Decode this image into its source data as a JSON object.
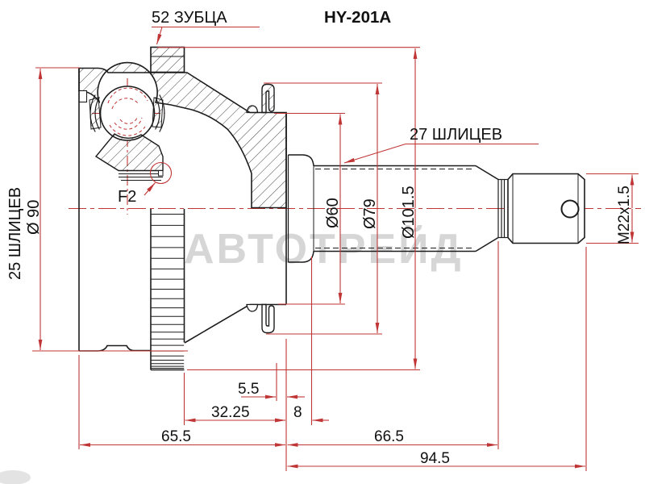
{
  "title": "HY-201A",
  "labels": {
    "teeth": "52 ЗУБЦА",
    "splines_outer": "27 ШЛИЦЕВ",
    "splines_inner": "25 ШЛИЦЕВ",
    "snap_ring": "F2"
  },
  "diameters": {
    "bell_front": "Ø 90",
    "boot_small": "Ø60",
    "boot_flange": "Ø79",
    "abs_ring": "Ø101.5",
    "thread": "M22x1.5"
  },
  "lengths": {
    "boot_groove": "5.5",
    "ring_offset": "32.25",
    "step": "8",
    "bell_length": "65.5",
    "shaft_length": "66.5",
    "total_shaft": "94.5"
  },
  "watermark": "АВТОТРЕЙД",
  "colors": {
    "dimension_red": "#c03535",
    "outline_black": "#1c1c1c",
    "watermark_grey": "#cfcfcf"
  }
}
